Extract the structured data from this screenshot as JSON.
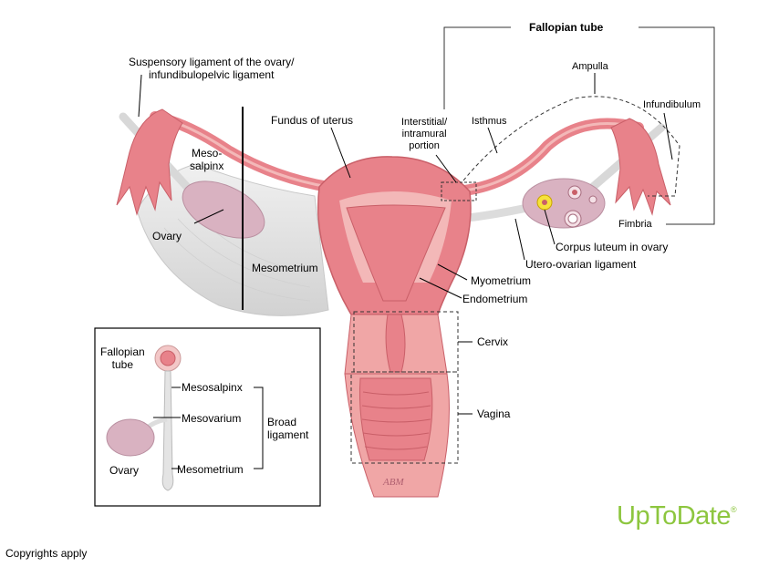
{
  "labels": {
    "fallopian_tube": "Fallopian tube",
    "suspensory_ligament": [
      "Suspensory ligament of the ovary/",
      "infundibulopelvic ligament"
    ],
    "ampulla": "Ampulla",
    "infundibulum": "Infundibulum",
    "interstitial": [
      "Interstitial/",
      "intramural",
      "portion"
    ],
    "isthmus": "Isthmus",
    "fundus": "Fundus of uterus",
    "mesosalpinx": [
      "Meso-",
      "salpinx"
    ],
    "ovary": "Ovary",
    "fimbria": "Fimbria",
    "corpus_luteum": "Corpus luteum in ovary",
    "utero_ovarian": "Utero-ovarian ligament",
    "mesometrium": "Mesometrium",
    "myometrium": "Myometrium",
    "endometrium": "Endometrium",
    "cervix": "Cervix",
    "vagina": "Vagina",
    "signature": "ABM"
  },
  "inset": {
    "fallopian_tube": [
      "Fallopian",
      "tube"
    ],
    "mesosalpinx": "Mesosalpinx",
    "mesovarium": "Mesovarium",
    "mesometrium": "Mesometrium",
    "broad_ligament": [
      "Broad",
      "ligament"
    ],
    "ovary": "Ovary"
  },
  "brand": "UpToDate",
  "brand_mark": "®",
  "copyright": "Copyrights apply",
  "colors": {
    "tissue": "#e8828a",
    "tissue_dark": "#c95f68",
    "tissue_light": "#f3b8b8",
    "ovary": "#d9b2c1",
    "ligament": "#e3e3e3",
    "brand": "#8dc63f"
  }
}
